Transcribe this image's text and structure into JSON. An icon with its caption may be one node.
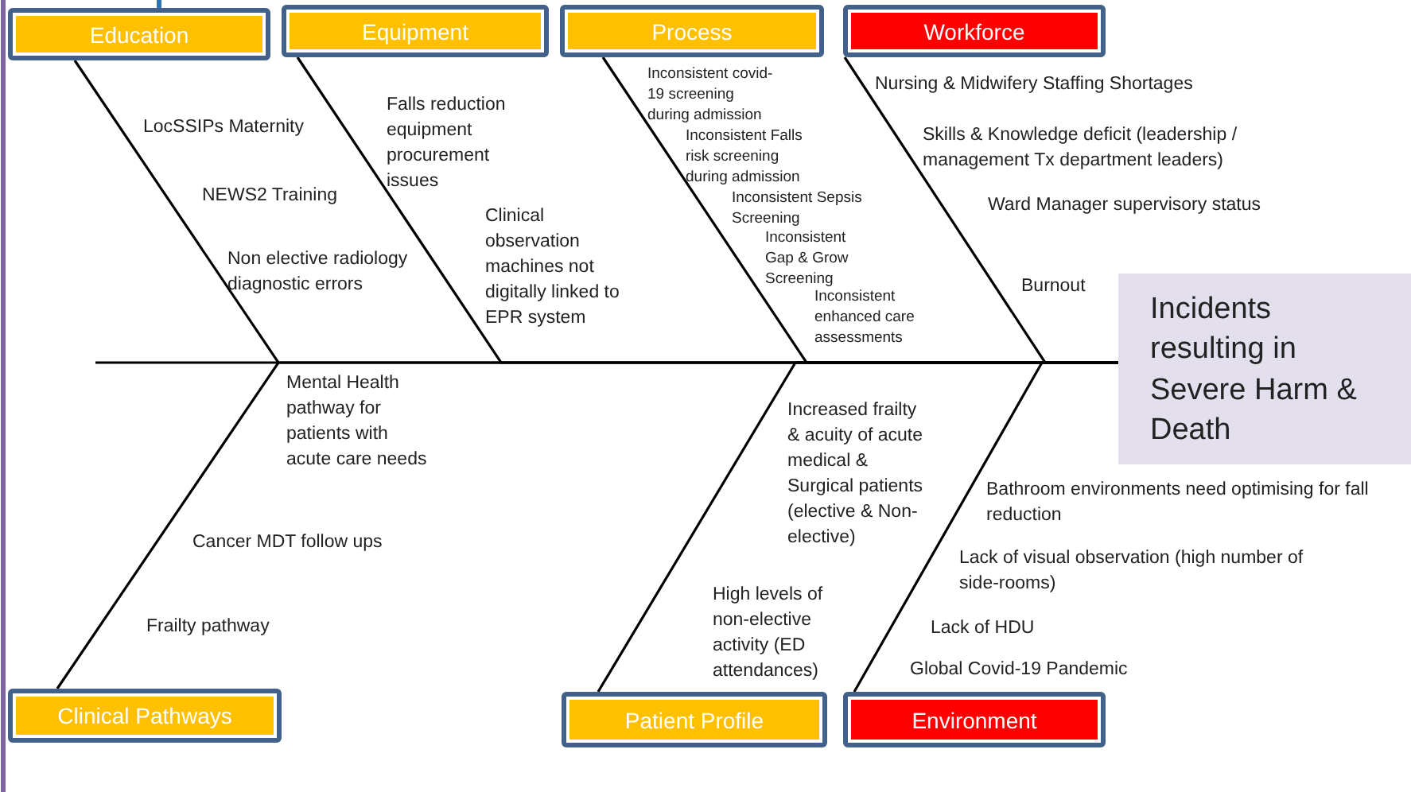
{
  "diagram": {
    "nodes": [
      {
        "text": [
          "Education"
        ]
      },
      {
        "text": [
          "Equipment"
        ]
      },
      {
        "text": [
          "Process"
        ]
      },
      {
        "text": [
          "Workforce"
        ]
      },
      {
        "text": [
          "Incidents resulting in Severe Harm & Death"
        ]
      },
      {
        "text": [
          "Clinical Pathways"
        ]
      },
      {
        "text": [
          "Patient Profile"
        ]
      },
      {
        "text": [
          "Environment"
        ]
      }
    ],
    "edges": [
      {
        "from": 0,
        "to": 4,
        "arrow": "none"
      },
      {
        "from": 1,
        "to": 4,
        "arrow": "none"
      },
      {
        "from": 2,
        "to": 4,
        "arrow": "none"
      },
      {
        "from": 3,
        "to": 4,
        "arrow": "none"
      },
      {
        "from": 5,
        "to": 4,
        "arrow": "none"
      },
      {
        "from": 6,
        "to": 4,
        "arrow": "none"
      },
      {
        "from": 7,
        "to": 4,
        "arrow": "none"
      }
    ],
    "labels": [
      "LocSSIPs Maternity",
      "NEWS2 Training",
      "Non elective radiology diagnostic errors",
      "Falls reduction equipment procurement issues",
      "Clinical observation machines not digitally linked to EPR system",
      "Inconsistent covid-19 screening during admission",
      "Inconsistent Falls risk screening during admission",
      "Inconsistent Sepsis Screening",
      "Inconsistent Gap & Grow Screening",
      "Inconsistent enhanced care assessments",
      "Nursing & Midwifery Staffing Shortages",
      "Skills & Knowledge deficit (leadership / management Tx department leaders)",
      "Ward Manager supervisory status",
      "Burnout",
      "Mental Health pathway for patients with acute care needs",
      "Cancer MDT follow ups",
      "Frailty pathway",
      "Increased frailty & acuity of acute medical & Surgical patients (elective & Non-elective)",
      "High levels of non-elective activity (ED attendances)",
      "Bathroom environments need optimising for fall reduction",
      "Lack of visual observation (high number of side-rooms)",
      "Lack of HDU",
      "Global Covid-19 Pandemic"
    ]
  }
}
